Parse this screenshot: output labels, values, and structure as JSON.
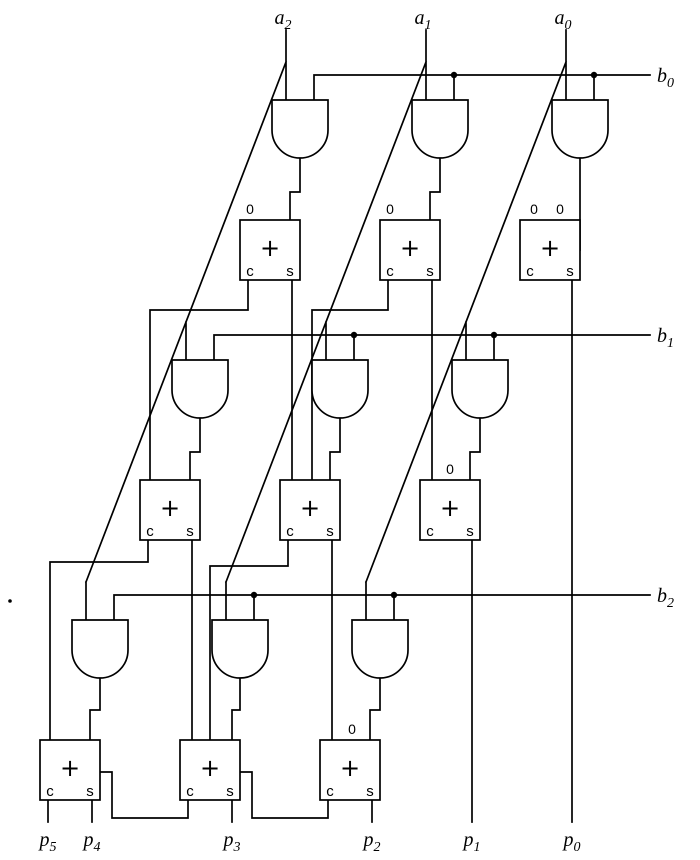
{
  "diagram": {
    "kind": "array-multiplier-circuit",
    "and_gates": 9,
    "full_adders": 9
  },
  "labels": {
    "a": [
      {
        "base": "a",
        "sub": "2"
      },
      {
        "base": "a",
        "sub": "1"
      },
      {
        "base": "a",
        "sub": "0"
      }
    ],
    "b": [
      {
        "base": "b",
        "sub": "0"
      },
      {
        "base": "b",
        "sub": "1"
      },
      {
        "base": "b",
        "sub": "2"
      }
    ],
    "p": [
      {
        "base": "p",
        "sub": "5"
      },
      {
        "base": "p",
        "sub": "4"
      },
      {
        "base": "p",
        "sub": "3"
      },
      {
        "base": "p",
        "sub": "2"
      },
      {
        "base": "p",
        "sub": "1"
      },
      {
        "base": "p",
        "sub": "0"
      }
    ]
  },
  "adder": {
    "plus": "+",
    "carry": "c",
    "sum": "s",
    "zero": "0"
  },
  "colors": {
    "line": "#000000",
    "background": "#ffffff"
  }
}
